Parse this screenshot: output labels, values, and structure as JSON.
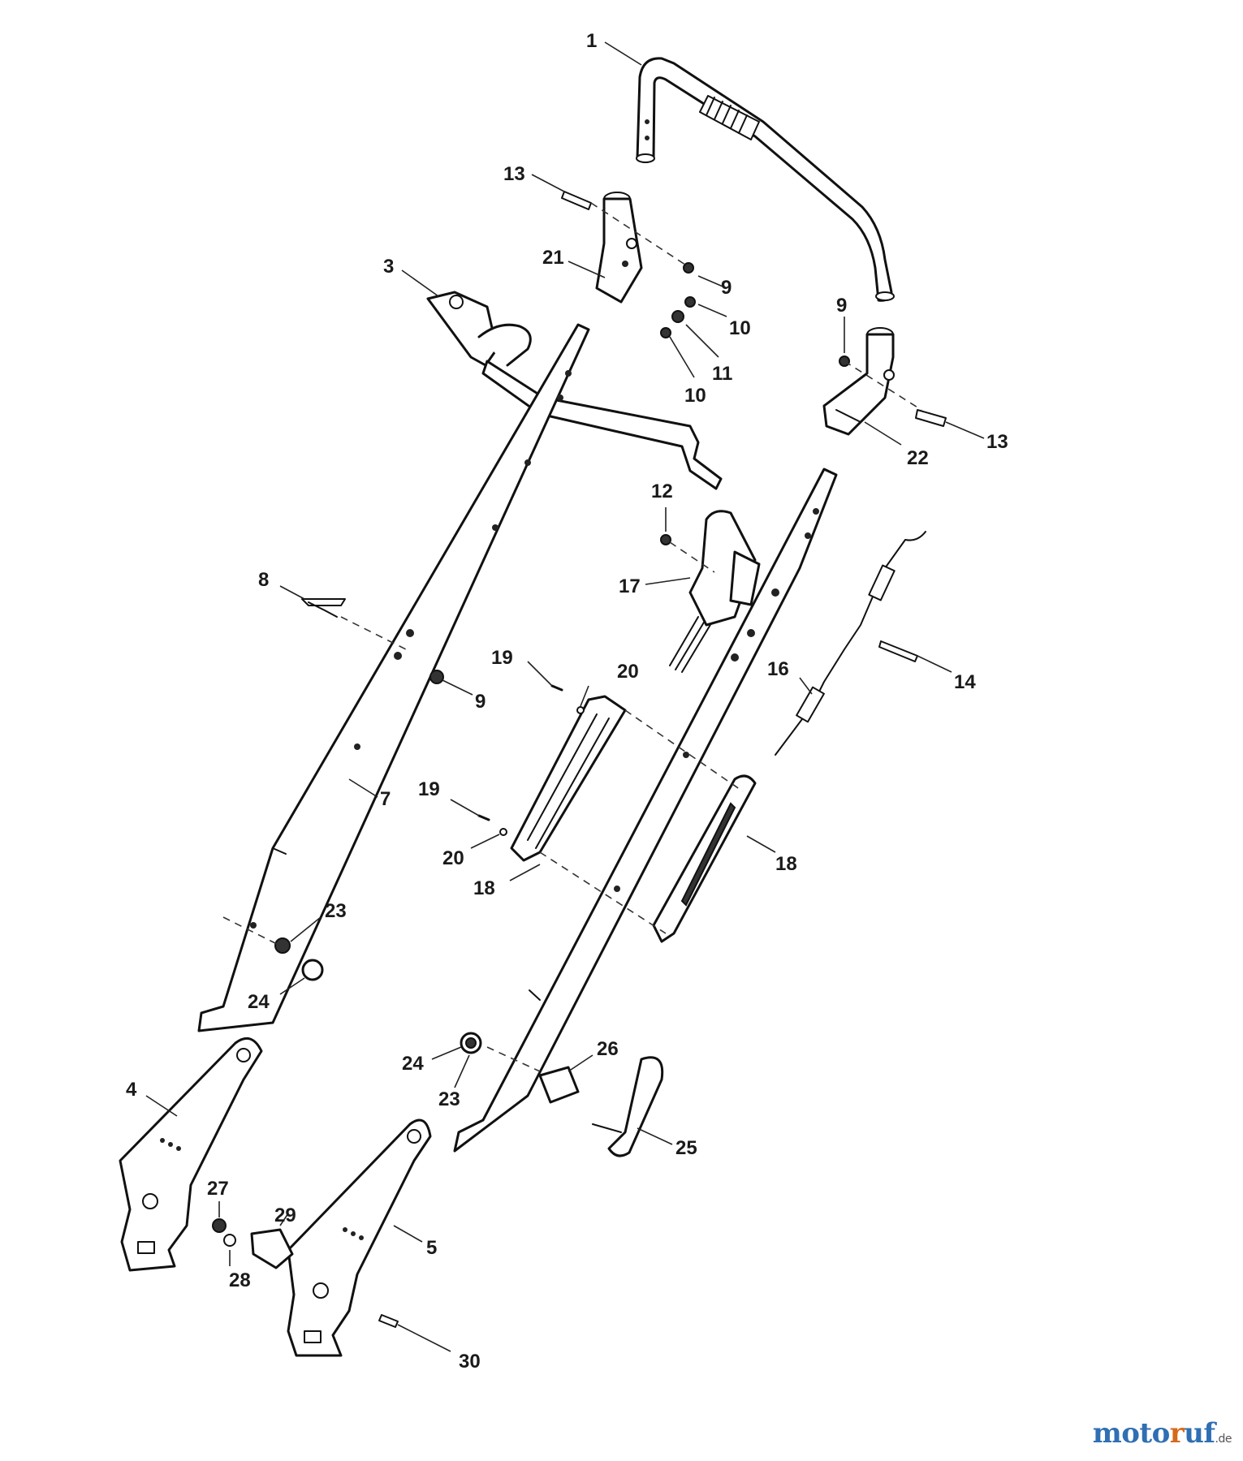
{
  "parts": [
    {
      "id": "part-1",
      "label": "1"
    },
    {
      "id": "part-3",
      "label": "3"
    },
    {
      "id": "part-4",
      "label": "4"
    },
    {
      "id": "part-5",
      "label": "5"
    },
    {
      "id": "part-7",
      "label": "7"
    },
    {
      "id": "part-8",
      "label": "8"
    },
    {
      "id": "part-9a",
      "label": "9"
    },
    {
      "id": "part-9b",
      "label": "9"
    },
    {
      "id": "part-9c",
      "label": "9"
    },
    {
      "id": "part-10a",
      "label": "10"
    },
    {
      "id": "part-10b",
      "label": "10"
    },
    {
      "id": "part-11",
      "label": "11"
    },
    {
      "id": "part-12",
      "label": "12"
    },
    {
      "id": "part-13a",
      "label": "13"
    },
    {
      "id": "part-13b",
      "label": "13"
    },
    {
      "id": "part-14",
      "label": "14"
    },
    {
      "id": "part-16",
      "label": "16"
    },
    {
      "id": "part-17",
      "label": "17"
    },
    {
      "id": "part-18a",
      "label": "18"
    },
    {
      "id": "part-18b",
      "label": "18"
    },
    {
      "id": "part-19a",
      "label": "19"
    },
    {
      "id": "part-19b",
      "label": "19"
    },
    {
      "id": "part-20a",
      "label": "20"
    },
    {
      "id": "part-20b",
      "label": "20"
    },
    {
      "id": "part-21",
      "label": "21"
    },
    {
      "id": "part-22",
      "label": "22"
    },
    {
      "id": "part-23a",
      "label": "23"
    },
    {
      "id": "part-23b",
      "label": "23"
    },
    {
      "id": "part-24a",
      "label": "24"
    },
    {
      "id": "part-24b",
      "label": "24"
    },
    {
      "id": "part-25",
      "label": "25"
    },
    {
      "id": "part-26",
      "label": "26"
    },
    {
      "id": "part-27",
      "label": "27"
    },
    {
      "id": "part-28",
      "label": "28"
    },
    {
      "id": "part-29",
      "label": "29"
    },
    {
      "id": "part-30",
      "label": "30"
    }
  ],
  "watermark": {
    "part1": "moto",
    "part2": "r",
    "part3": "uf",
    "tld": ".de"
  }
}
